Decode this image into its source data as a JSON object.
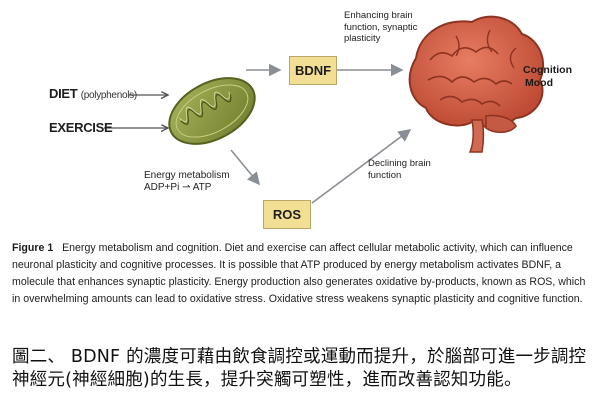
{
  "inputs": {
    "diet_label": "DIET",
    "diet_note": "(polyphenols)",
    "exercise_label": "EXERCISE"
  },
  "mito": {
    "line1": "Energy metabolism",
    "line2": "ADP+Pi",
    "line3": "ATP"
  },
  "boxes": {
    "bdnf": "BDNF",
    "ros": "ROS"
  },
  "notes": {
    "enhancing": [
      "Enhancing brain",
      "function, synaptic",
      "plasticity"
    ],
    "declining": [
      "Declining brain",
      "function"
    ]
  },
  "brain_label": [
    "Cognition",
    "Mood"
  ],
  "caption": {
    "figure_label": "Figure 1",
    "text": "Energy metabolism and cognition. Diet and exercise can affect cellular metabolic activity, which can influence neuronal plasticity and cognitive processes. It is possible that ATP produced by energy metabolism activates BDNF, a molecule that enhances synaptic plasticity. Energy production also generates oxidative by-products, known as ROS, which in overwhelming amounts can lead to oxidative stress. Oxidative stress weakens synaptic plasticity and cognitive function."
  },
  "chinese_text": "圖二、 BDNF 的濃度可藉由飲食調控或運動而提升，於腦部可進一步調控神經元(神經細胞)的生長，提升突觸可塑性，進而改善認知功能。",
  "colors": {
    "mito_green": "#8c9a3c",
    "box_fill": "#f3df94",
    "brain_red": "#d2614a",
    "arrow_gray": "#8a8f95"
  }
}
